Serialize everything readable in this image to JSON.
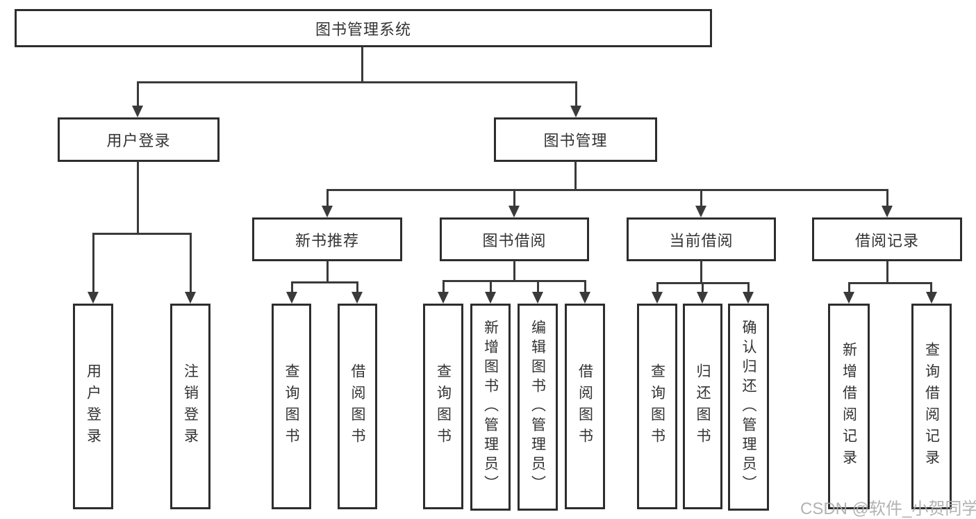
{
  "diagram": {
    "root": {
      "label": "图书管理系统"
    },
    "branches": [
      {
        "label": "用户登录",
        "children": [
          {
            "label": "用户登录"
          },
          {
            "label": "注销登录"
          }
        ]
      },
      {
        "label": "图书管理",
        "children": [
          {
            "label": "新书推荐",
            "children": [
              {
                "label": "查询图书"
              },
              {
                "label": "借阅图书"
              }
            ]
          },
          {
            "label": "图书借阅",
            "children": [
              {
                "label": "查询图书"
              },
              {
                "label": "新增图书（管理员）"
              },
              {
                "label": "编辑图书（管理员）"
              },
              {
                "label": "借阅图书"
              }
            ]
          },
          {
            "label": "当前借阅",
            "children": [
              {
                "label": "查询图书"
              },
              {
                "label": "归还图书"
              },
              {
                "label": "确认归还（管理员）"
              }
            ]
          },
          {
            "label": "借阅记录",
            "children": [
              {
                "label": "新增借阅记录"
              },
              {
                "label": "查询借阅记录"
              }
            ]
          }
        ]
      }
    ]
  },
  "watermark": {
    "text": "CSDN @软件_小贺同学"
  },
  "colors": {
    "background": "#ffffff",
    "box_border": "#2d2d2d",
    "line": "#3a3a3a",
    "text": "#333333",
    "watermark": "#ababab"
  }
}
